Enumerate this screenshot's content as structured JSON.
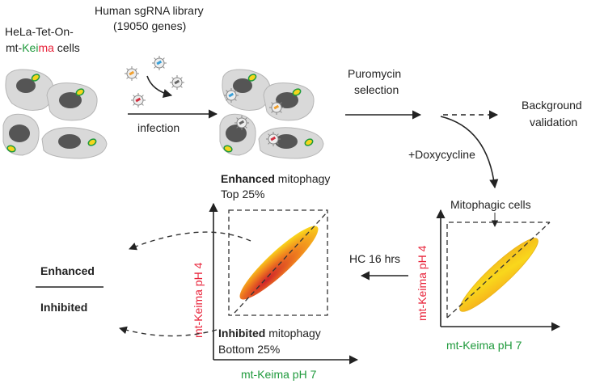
{
  "library": {
    "line1": "Human sgRNA library",
    "line2": "(19050 genes)"
  },
  "cells": {
    "line1": "HeLa-Tet-On-",
    "prefix": "mt-",
    "keima_part1": "Kei",
    "keima_part2": "ma",
    "suffix": " cells"
  },
  "steps": {
    "infection": "infection",
    "puromycin_line1": "Puromycin",
    "puromycin_line2": "selection",
    "background_line1": "Background",
    "background_line2": "validation",
    "doxycycline": "+Doxycycline",
    "hc": "HC 16 hrs"
  },
  "right_plot": {
    "mitophagic_label": "Mitophagic cells",
    "xlabel": "mt-Keima pH 7",
    "ylabel": "mt-Keima pH 4"
  },
  "left_plot": {
    "enhanced_bold": "Enhanced",
    "enhanced_rest": " mitophagy",
    "top": "Top 25%",
    "inhibited_bold": "Inhibited",
    "inhibited_rest": " mitophagy",
    "bottom": "Bottom 25%",
    "xlabel": "mt-Keima pH 7",
    "ylabel": "mt-Keima pH 4"
  },
  "legend": {
    "enhanced": "Enhanced",
    "inhibited": "Inhibited"
  },
  "colors": {
    "red": "#e8233a",
    "green": "#1f9a3c",
    "cell": "#d9d9d9",
    "nucleus": "#555555"
  }
}
